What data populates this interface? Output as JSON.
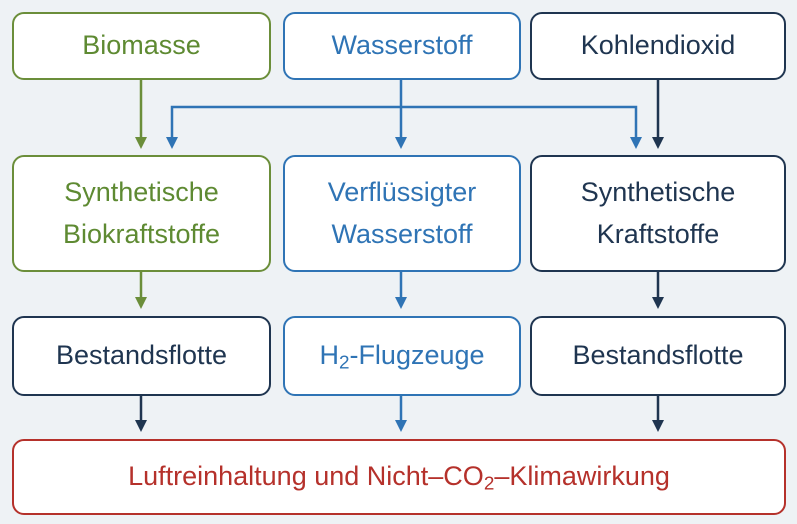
{
  "colors": {
    "green": "#6b8e3a",
    "blue": "#2f74b5",
    "navy": "#1f3550",
    "red": "#b5312b",
    "background": "#eef2f5"
  },
  "sources": {
    "biomass": "Biomasse",
    "hydrogen": "Wasserstoff",
    "co2": "Kohlendioxid"
  },
  "fuels": {
    "synthetic_bio_line1": "Synthetische",
    "synthetic_bio_line2": "Biokraftstoffe",
    "liquid_h2_line1": "Verflüssigter",
    "liquid_h2_line2": "Wasserstoff",
    "synthetic_line1": "Synthetische",
    "synthetic_line2": "Kraftstoffe"
  },
  "fleets": {
    "existing_left": "Bestandsflotte",
    "h2_prefix": "H",
    "h2_sub": "2",
    "h2_suffix": "-Flugzeuge",
    "existing_right": "Bestandsflotte"
  },
  "outcome": {
    "prefix": "Luftreinhaltung und Nicht–CO",
    "sub": "2",
    "suffix": "–Klimawirkung"
  }
}
